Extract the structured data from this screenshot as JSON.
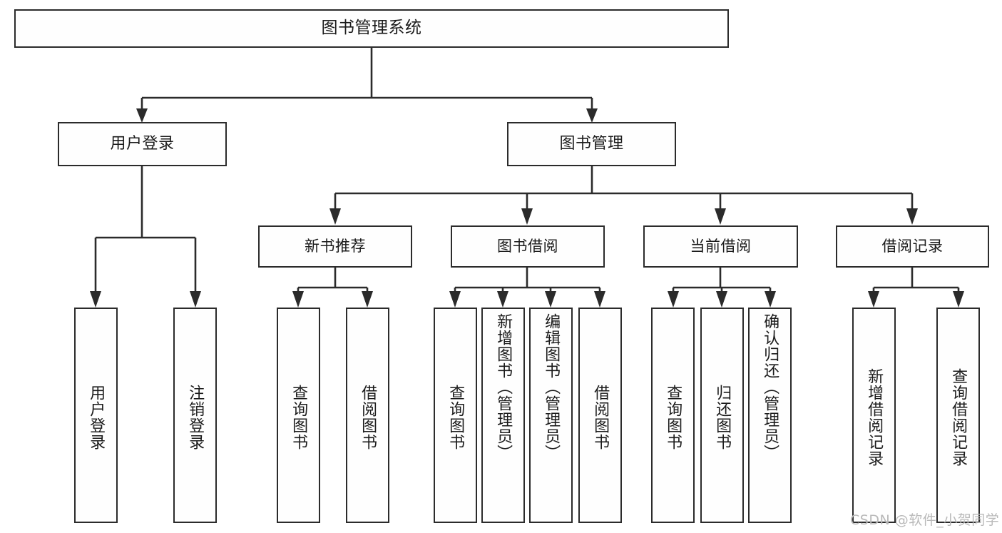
{
  "diagram": {
    "title": "图书管理系统",
    "type": "functional-structure-tree",
    "watermark": "CSDN @软件_小贺同学",
    "colors": {
      "line": "#2b2b2b",
      "box_fill": "#fefefe",
      "text": "#1b1b1b",
      "watermark": "#b9b9b9"
    },
    "root": {
      "label": "图书管理系统"
    },
    "level2": [
      {
        "label": "用户登录"
      },
      {
        "label": "图书管理"
      }
    ],
    "level3": [
      {
        "label": "新书推荐"
      },
      {
        "label": "图书借阅"
      },
      {
        "label": "当前借阅"
      },
      {
        "label": "借阅记录"
      }
    ],
    "leaves": {
      "user_login": [
        {
          "label": "用户登录"
        },
        {
          "label": "注销登录"
        }
      ],
      "new_book_recommend": [
        {
          "label": "查询图书"
        },
        {
          "label": "借阅图书"
        }
      ],
      "book_borrow": [
        {
          "label": "查询图书"
        },
        {
          "label": "新增图书（管理员）"
        },
        {
          "label": "编辑图书（管理员）"
        },
        {
          "label": "借阅图书"
        }
      ],
      "current_borrow": [
        {
          "label": "查询图书"
        },
        {
          "label": "归还图书"
        },
        {
          "label": "确认归还（管理员）"
        }
      ],
      "borrow_record": [
        {
          "label": "新增借阅记录"
        },
        {
          "label": "查询借阅记录"
        }
      ]
    }
  }
}
